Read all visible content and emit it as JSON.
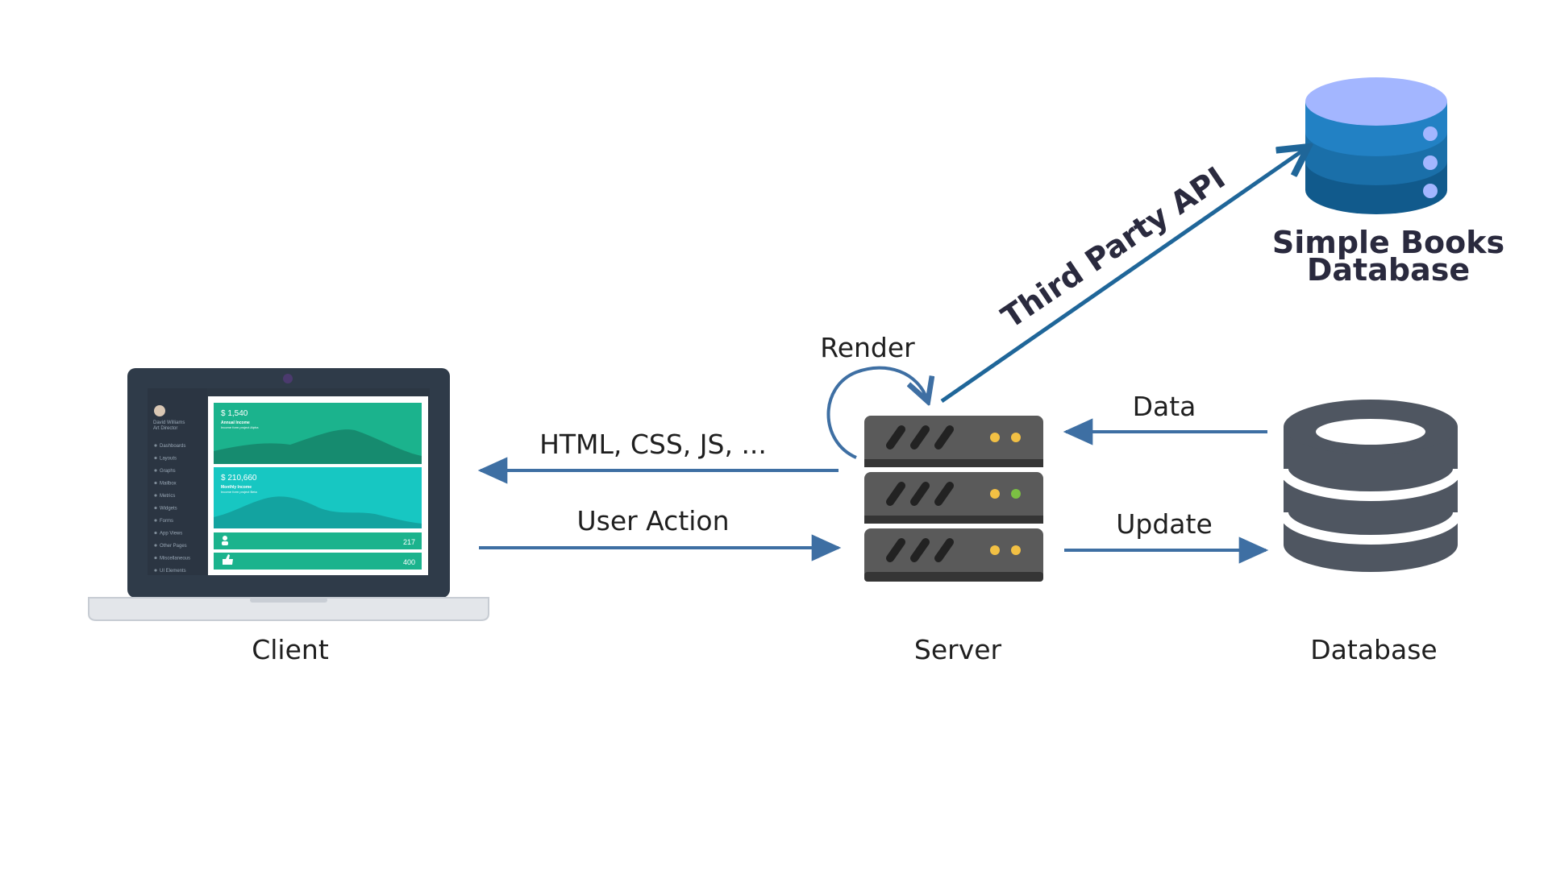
{
  "nodes": {
    "client": {
      "label": "Client"
    },
    "server": {
      "label": "Server"
    },
    "database": {
      "label": "Database"
    },
    "simple_books_db": {
      "label_line1": "Simple Books",
      "label_line2": "Database"
    }
  },
  "edges": {
    "server_to_client": {
      "label": "HTML, CSS, JS, ..."
    },
    "client_to_server": {
      "label": "User Action"
    },
    "server_render": {
      "label": "Render"
    },
    "database_to_server": {
      "label": "Data"
    },
    "server_to_database": {
      "label": "Update"
    },
    "server_to_third_party": {
      "label": "Third Party API"
    }
  },
  "laptop_screen": {
    "user_name": "David Williams",
    "user_role": "Art Director",
    "menu": [
      "Dashboards",
      "Layouts",
      "Graphs",
      "Mailbox",
      "Metrics",
      "Widgets",
      "Forms",
      "App Views",
      "Other Pages",
      "Miscellaneous",
      "UI Elements"
    ],
    "card1_value": "$ 1,540",
    "card1_title": "Annual Income",
    "card1_sub": "Income form project Alpha",
    "card2_value": "$ 210,660",
    "card2_title": "Monthly Income",
    "card2_sub": "Income form project Beta",
    "stat1": "217",
    "stat2": "400"
  },
  "colors": {
    "arrow": "#3e6fa3",
    "third_party_arrow": "#1f6699",
    "server_body": "#5a5a5a",
    "server_dark": "#353535",
    "led_yellow": "#f2c044",
    "led_green": "#7bc043",
    "database_gray": "#4f5661",
    "simple_db_top": "#a3b6ff",
    "simple_db_mid": "#2281c4",
    "simple_db_dark": "#115a8c",
    "laptop_frame": "#2f3b49",
    "card_green": "#1bb38d",
    "card_teal": "#17c7c2"
  }
}
